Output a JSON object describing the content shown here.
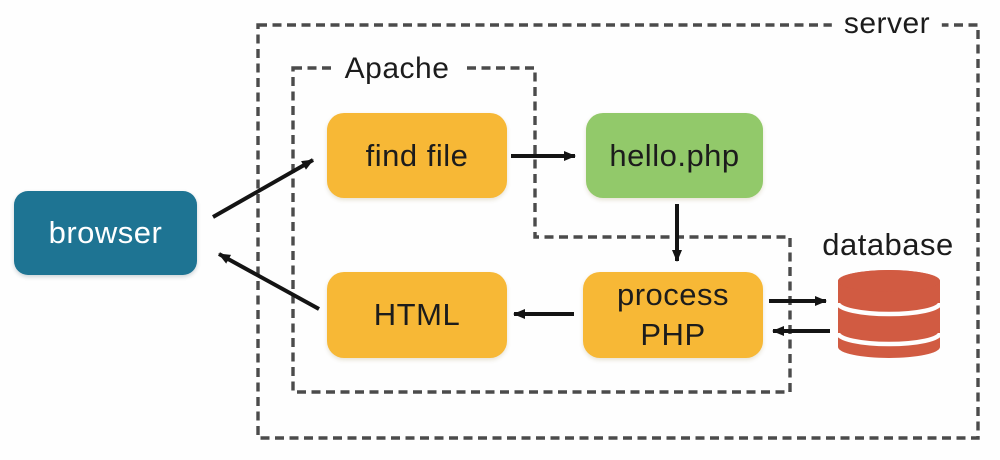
{
  "diagram": {
    "type": "flow-architecture",
    "description": "PHP request handling flow between browser, Apache web server and database"
  },
  "containers": {
    "server": {
      "label": "server"
    },
    "apache": {
      "label": "Apache"
    }
  },
  "nodes": {
    "browser": {
      "label": "browser",
      "color": "#1e7493",
      "text_color": "#ffffff"
    },
    "find_file": {
      "label": "find file",
      "color": "#f7b836",
      "text_color": "#1c1c1c"
    },
    "hello_php": {
      "label": "hello.php",
      "color": "#92c96a",
      "text_color": "#1c1c1c"
    },
    "html": {
      "label": "HTML",
      "color": "#f7b836",
      "text_color": "#1c1c1c"
    },
    "process_php": {
      "label": "process PHP",
      "color": "#f7b836",
      "text_color": "#1c1c1c"
    },
    "database": {
      "label": "database",
      "color": "#d15b42",
      "text_color": "#1c1c1c"
    }
  },
  "edges": [
    {
      "from": "browser",
      "to": "find_file"
    },
    {
      "from": "find_file",
      "to": "hello_php"
    },
    {
      "from": "hello_php",
      "to": "process_php"
    },
    {
      "from": "process_php",
      "to": "html"
    },
    {
      "from": "html",
      "to": "browser"
    },
    {
      "from": "process_php",
      "to": "database"
    },
    {
      "from": "database",
      "to": "process_php"
    }
  ],
  "style": {
    "dash_color": "#4b4b4b",
    "arrow_color": "#141414",
    "background": "#fefefe"
  }
}
